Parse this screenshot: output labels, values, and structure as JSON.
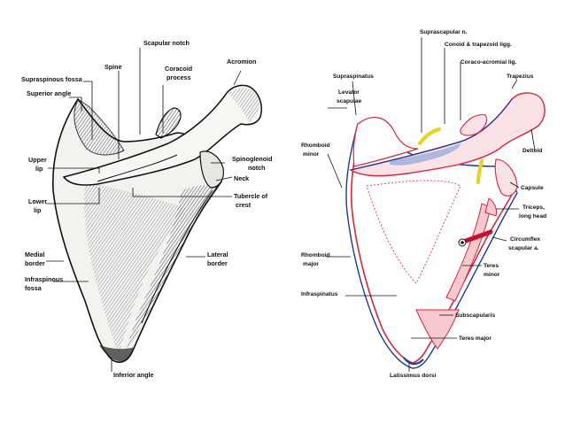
{
  "left_figure": {
    "labels": {
      "scapular_notch": "Scapular notch",
      "spine": "Spine",
      "coracoid": "Coracoid",
      "process": "process",
      "acromion": "Acromion",
      "supraspinous_fossa": "Supraspinous fossa",
      "superior_angle": "Superior angle",
      "upper": "Upper",
      "upper_lip": "lip",
      "lower": "Lower",
      "lower_lip": "lip",
      "spinoglenoid": "Spinoglenoid",
      "notch": "notch",
      "neck": "Neck",
      "tubercle_of": "Tubercle of",
      "crest": "crest",
      "medial": "Medial",
      "medial_border": "border",
      "infraspinous": "Infraspinous",
      "fossa": "fossa",
      "lateral": "Lateral",
      "lateral_border": "border",
      "inferior_angle": "Inferior angle"
    }
  },
  "right_figure": {
    "colors": {
      "muscle_line": "#d9263a",
      "muscle_fill": "#f6c9cf",
      "bone": "#1a3a9a",
      "nerve": "#e8d21a",
      "artery": "#c8102e"
    },
    "labels": {
      "suprascapular_n": "Suprascapular n.",
      "conoid": "Conoid & trapezoid ligg.",
      "coraco_acromial": "Coraco-acromial lig.",
      "trapezius": "Trapezius",
      "supraspinatus": "Supraspinatus",
      "levator": "Levator",
      "scapulae": "scapulae",
      "rhomboid": "Rhomboid",
      "minor": "minor",
      "deltoid": "Deltoid",
      "capsule": "Capsule",
      "triceps": "Triceps,",
      "long_head": "long head",
      "circumflex": "Circumflex",
      "scapular_a": "scapular a.",
      "teres": "Teres",
      "teres_minor": "minor",
      "rhomboid_major_1": "Rhomboid",
      "rhomboid_major_2": "major",
      "infraspinatus": "Infraspinatus",
      "subscapularis": "Subscapularis",
      "teres_major": "Teres major",
      "latissimus": "Latissimus dorsi"
    }
  }
}
